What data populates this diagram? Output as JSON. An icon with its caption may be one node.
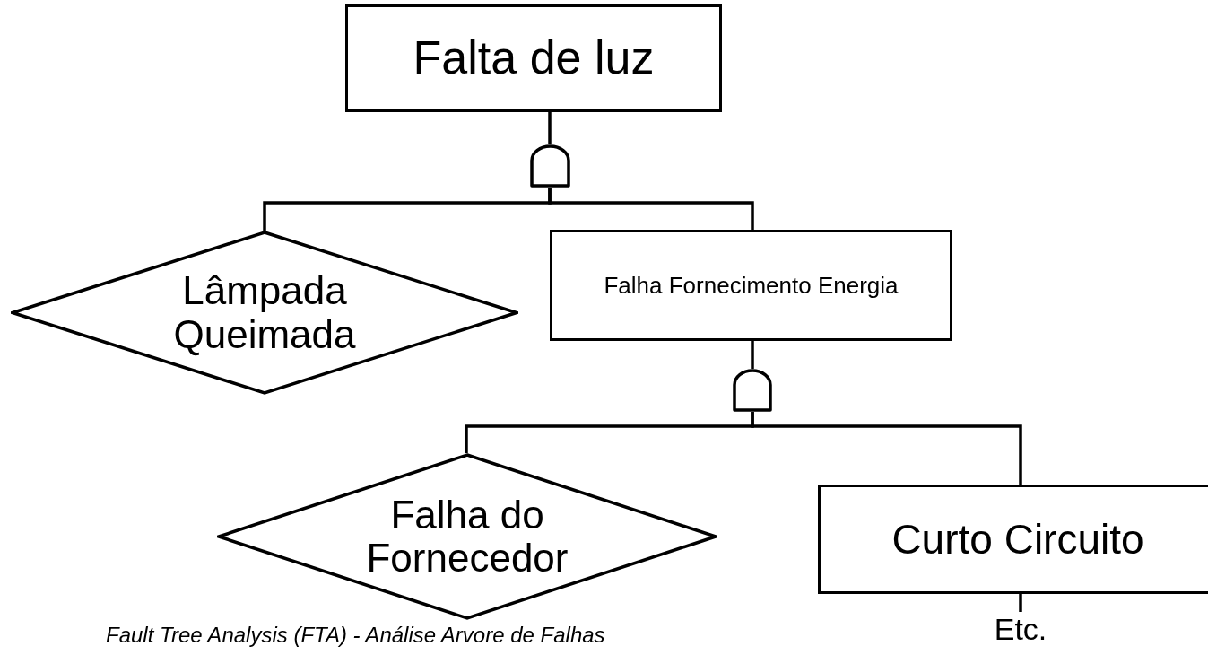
{
  "diagram": {
    "caption": "Fault Tree Analysis (FTA) - Análise Arvore de Falhas",
    "nodes": [
      {
        "text": [
          "Falta de luz"
        ]
      },
      {
        "text": [],
        "shape": "gate"
      },
      {
        "text": [
          "Lâmpada Queimada"
        ]
      },
      {
        "text": [
          "Falha Fornecimento Energia"
        ]
      },
      {
        "text": [],
        "shape": "gate"
      },
      {
        "text": [
          "Falha do Fornecedor"
        ]
      },
      {
        "text": [
          "Curto Circuito"
        ]
      },
      {
        "text": [
          "Etc."
        ]
      }
    ],
    "edges": [
      {
        "from": 0,
        "to": 1,
        "arrow": "none"
      },
      {
        "from": 1,
        "to": 2,
        "arrow": "none"
      },
      {
        "from": 1,
        "to": 3,
        "arrow": "none"
      },
      {
        "from": 3,
        "to": 4,
        "arrow": "none"
      },
      {
        "from": 4,
        "to": 5,
        "arrow": "none"
      },
      {
        "from": 4,
        "to": 6,
        "arrow": "none"
      },
      {
        "from": 6,
        "to": 7,
        "arrow": "none"
      }
    ]
  }
}
